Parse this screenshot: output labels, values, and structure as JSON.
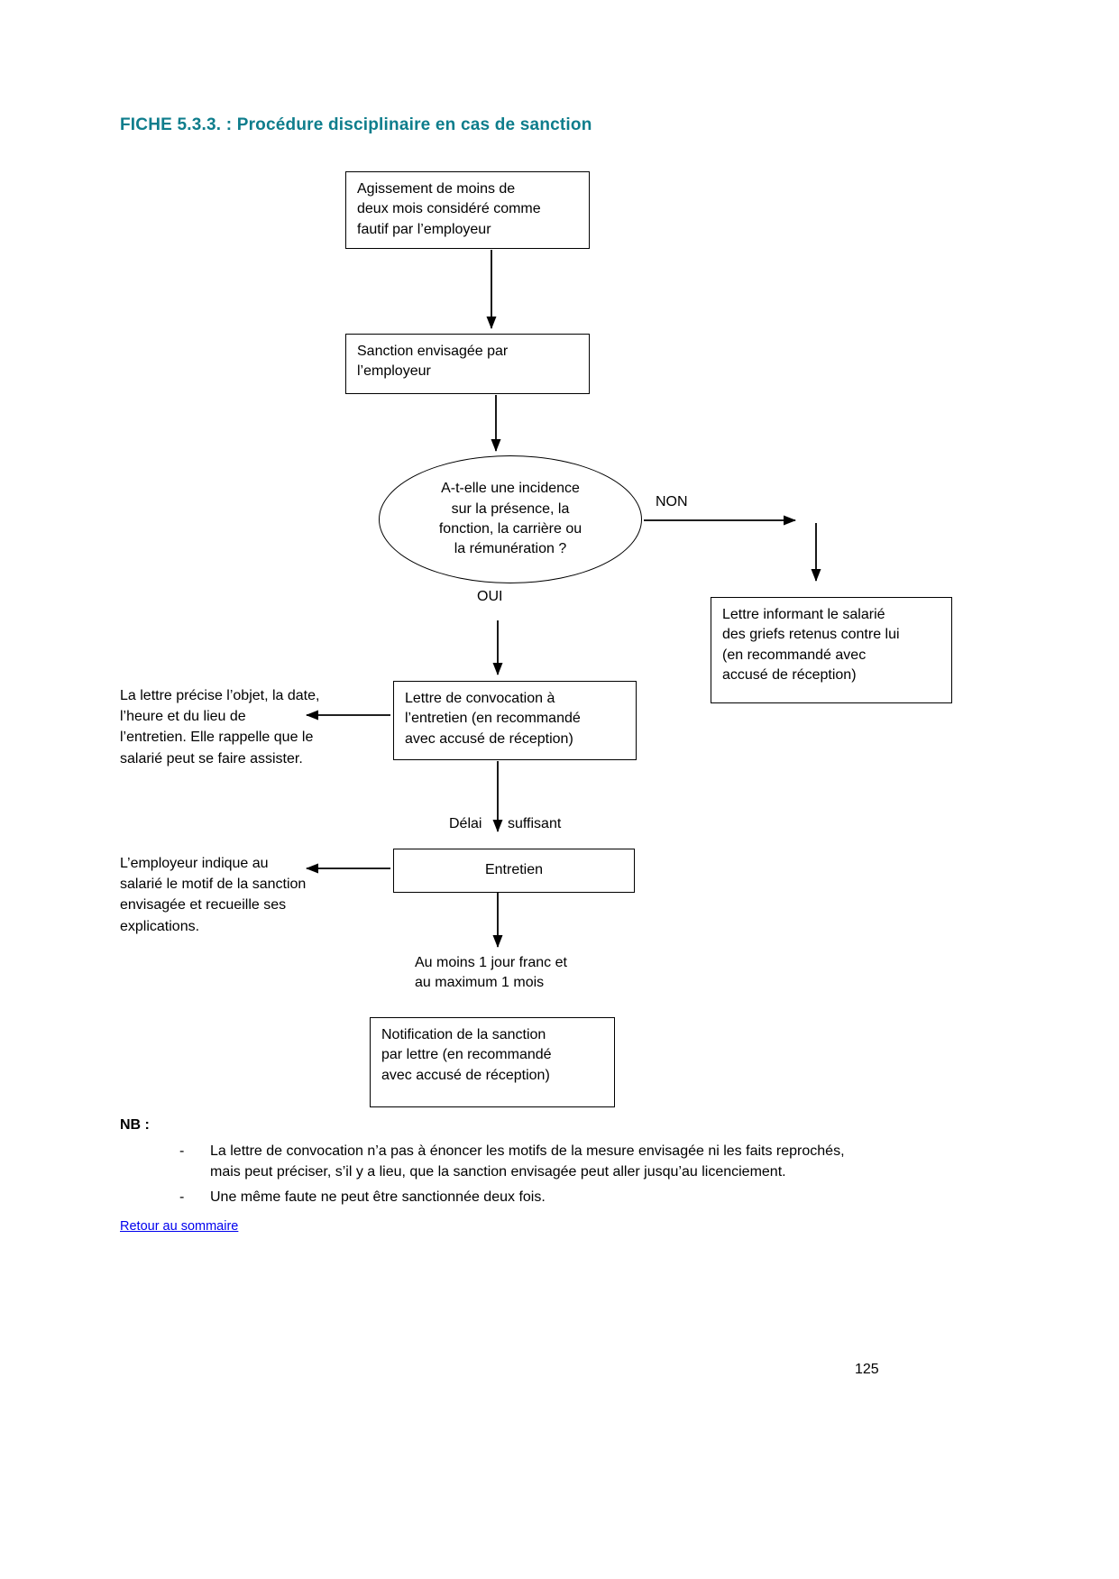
{
  "page": {
    "title": "FICHE 5.3.3. :  Procédure disciplinaire en cas de sanction",
    "number": "125"
  },
  "flow": {
    "box_agissement": "Agissement de moins de\ndeux mois considéré comme\nfautif par l’employeur",
    "box_sanction": "Sanction envisagée par\nl’employeur",
    "ellipse_incidence": "A-t-elle une incidence\nsur la présence, la\nfonction, la carrière ou\nla rémunération ?",
    "label_non": "NON",
    "label_oui": "OUI",
    "box_lettre_informant": "Lettre informant le salarié\ndes griefs retenus contre lui\n(en recommandé avec\naccusé de réception)",
    "box_convocation": "Lettre de convocation à\nl’entretien (en recommandé\navec accusé de réception)",
    "note_convocation": "La lettre précise l’objet, la date,\nl’heure et du lieu de\nl’entretien. Elle rappelle que le\nsalarié peut se faire assister.",
    "label_delai": "Délai",
    "label_suffisant": "suffisant",
    "box_entretien": "Entretien",
    "note_entretien": "L’employeur indique au\nsalarié le motif de la sanction\nenvisagée et recueille ses\nexplications.",
    "label_au_moins": "Au moins 1 jour franc et\nau maximum 1 mois",
    "box_notification": "Notification de la sanction\npar lettre (en recommandé\navec accusé de réception)"
  },
  "nb": {
    "title": "NB :",
    "dash": "-",
    "items": [
      "La lettre de convocation n’a pas à énoncer les motifs de la mesure envisagée ni les faits reprochés, mais peut  préciser, s’il y a lieu, que la sanction envisagée peut aller jusqu’au licenciement.",
      "Une même faute ne peut être sanctionnée deux fois."
    ]
  },
  "footer": {
    "link": "Retour au sommaire"
  },
  "colors": {
    "title": "#0e7d8c",
    "link": "#0000ee"
  }
}
